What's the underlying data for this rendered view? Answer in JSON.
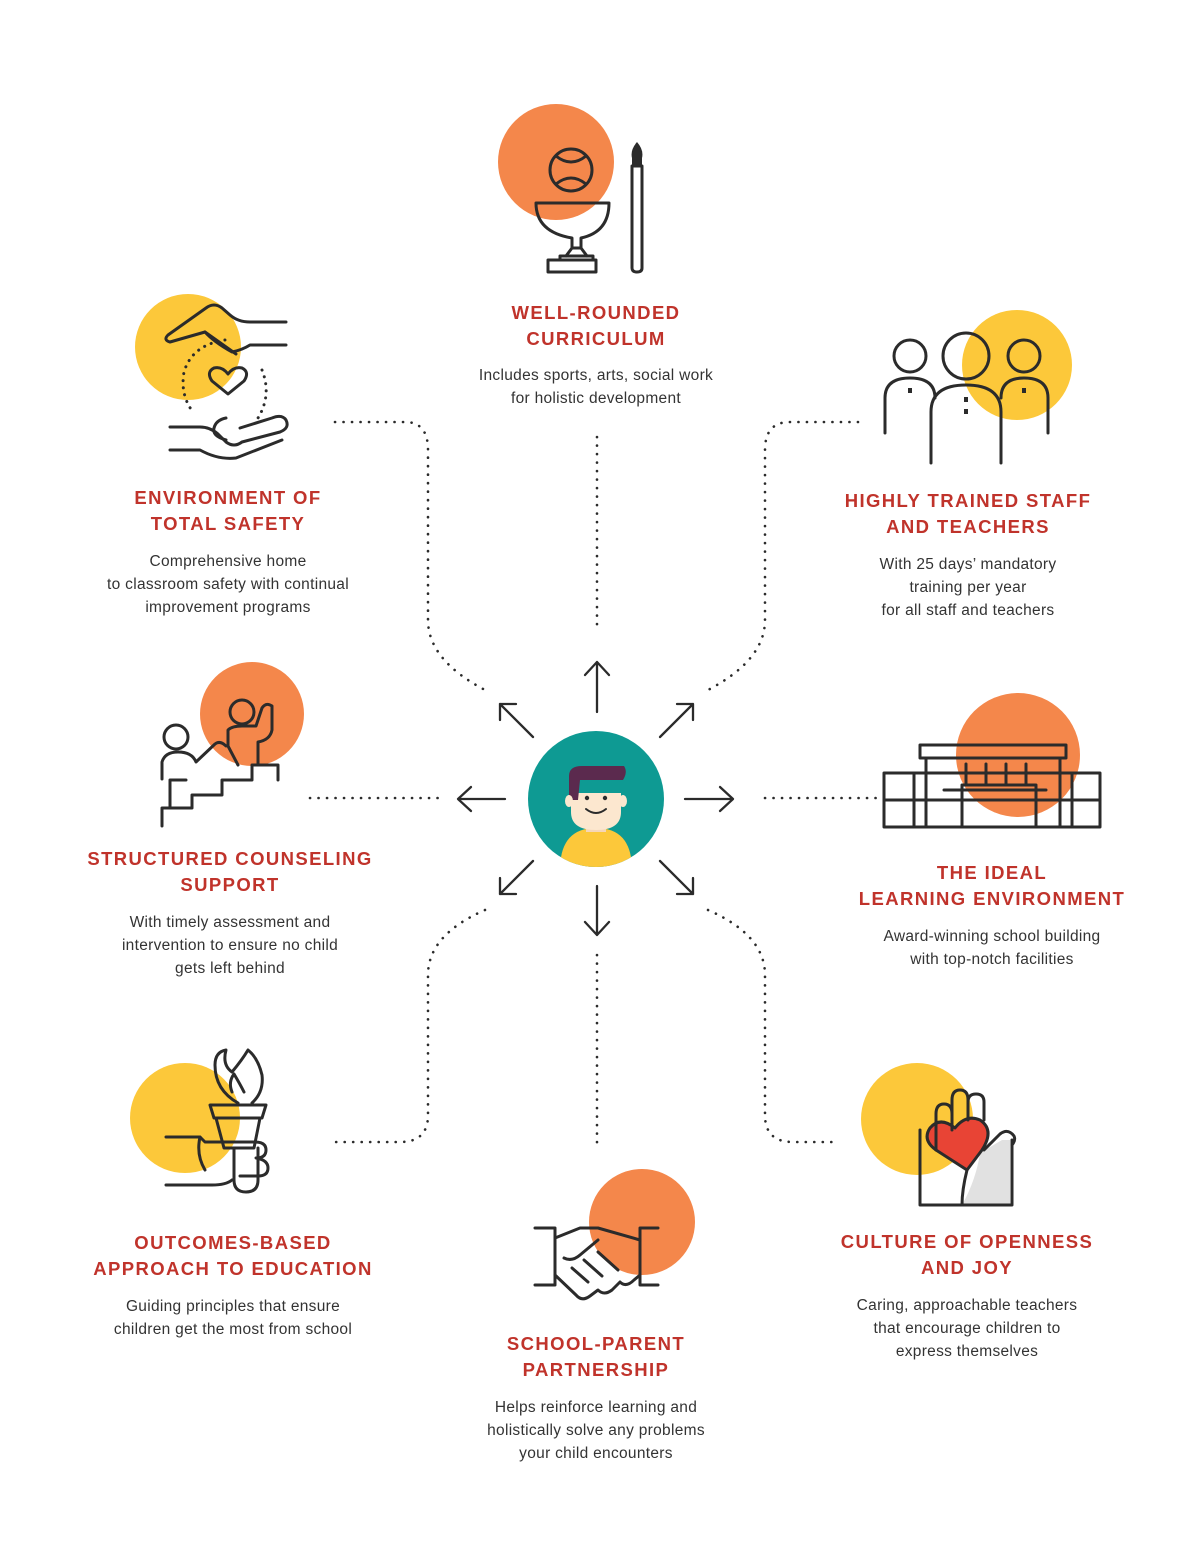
{
  "colors": {
    "orange": "#f4874b",
    "yellow": "#fcc83a",
    "teal": "#0e9a93",
    "title_red": "#c0332b",
    "line_dark": "#2b2b2b",
    "heart_red": "#e84435",
    "hair": "#5b2a4e"
  },
  "center": {
    "icon": "child-face-icon"
  },
  "items": [
    {
      "key": "curriculum",
      "icon": "trophy-ball-brush-icon",
      "accent": "orange",
      "title": "WELL-ROUNDED\nCURRICULUM",
      "desc": "Includes sports, arts, social work\nfor holistic development"
    },
    {
      "key": "safety",
      "icon": "hands-heart-icon",
      "accent": "yellow",
      "title": "ENVIRONMENT OF\nTOTAL SAFETY",
      "desc": "Comprehensive home\nto classroom safety with continual\nimprovement programs"
    },
    {
      "key": "staff",
      "icon": "staff-people-icon",
      "accent": "yellow",
      "title": "HIGHLY TRAINED STAFF\nAND TEACHERS",
      "desc": "With 25 days’ mandatory\ntraining per year\nfor all staff and teachers"
    },
    {
      "key": "counseling",
      "icon": "stairs-help-icon",
      "accent": "orange",
      "title": "STRUCTURED COUNSELING\nSUPPORT",
      "desc": "With timely assessment and\nintervention to ensure no child\ngets left behind"
    },
    {
      "key": "environment",
      "icon": "school-building-icon",
      "accent": "orange",
      "title": "THE IDEAL\nLEARNING ENVIRONMENT",
      "desc": "Award-winning school building\nwith top-notch facilities"
    },
    {
      "key": "outcomes",
      "icon": "torch-hand-icon",
      "accent": "yellow",
      "title": "OUTCOMES-BASED\nAPPROACH TO EDUCATION",
      "desc": "Guiding principles that ensure\nchildren get the most from school"
    },
    {
      "key": "partnership",
      "icon": "handshake-icon",
      "accent": "orange",
      "title": "SCHOOL-PARENT\nPARTNERSHIP",
      "desc": "Helps reinforce learning and\nholistically solve any problems\nyour child encounters"
    },
    {
      "key": "culture",
      "icon": "hand-heart-icon",
      "accent": "yellow",
      "title": "CULTURE OF OPENNESS\nAND JOY",
      "desc": "Caring, approachable teachers\nthat encourage children to\nexpress themselves"
    }
  ]
}
